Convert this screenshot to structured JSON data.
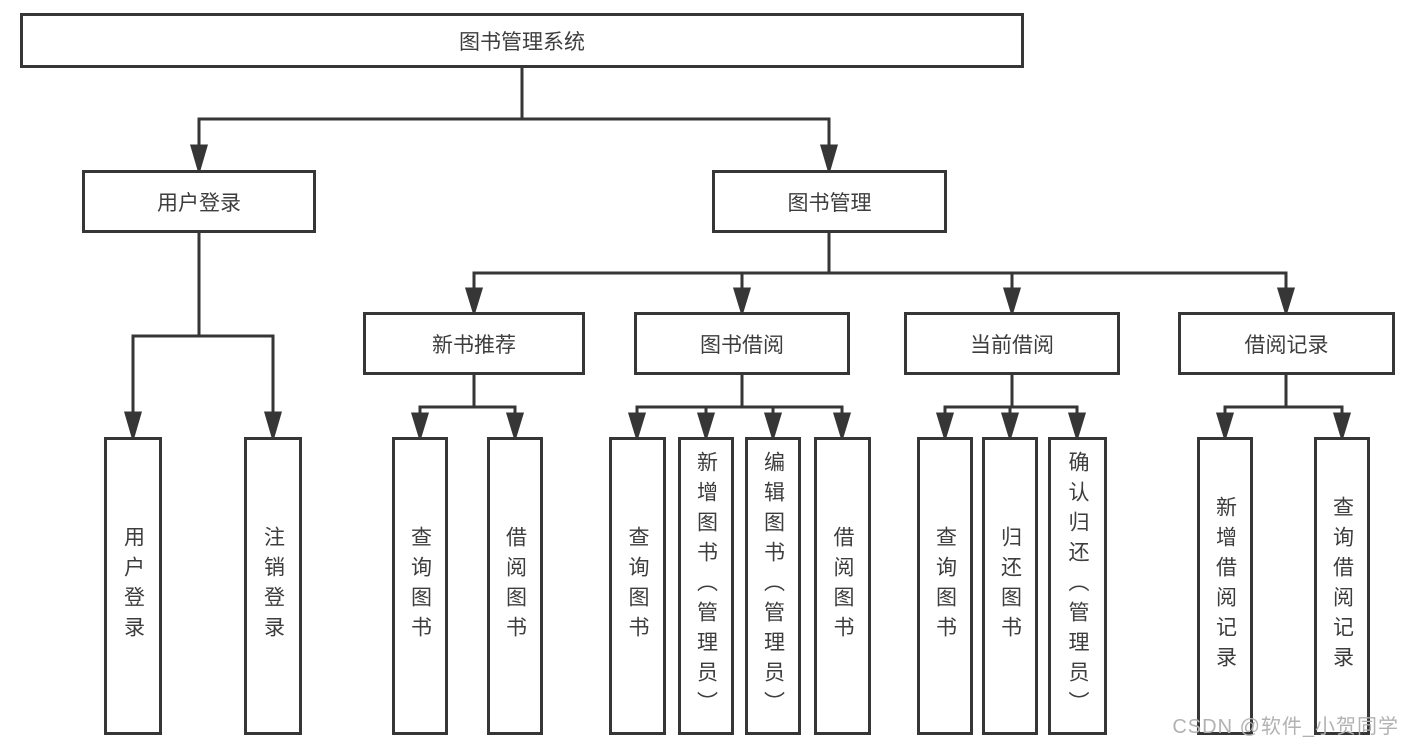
{
  "diagram_type": "hierarchy-tree",
  "colors": {
    "border": "#363636",
    "line": "#363636",
    "text": "#3d3d3d",
    "watermark": "#b2b2b2",
    "background": "#ffffff"
  },
  "tree": {
    "root": {
      "label": "图书管理系统",
      "children": [
        {
          "label": "用户登录",
          "children": [
            {
              "label": "用户登录"
            },
            {
              "label": "注销登录"
            }
          ]
        },
        {
          "label": "图书管理",
          "children": [
            {
              "label": "新书推荐",
              "children": [
                {
                  "label": "查询图书"
                },
                {
                  "label": "借阅图书"
                }
              ]
            },
            {
              "label": "图书借阅",
              "children": [
                {
                  "label": "查询图书"
                },
                {
                  "label": "新增图书（管理员）"
                },
                {
                  "label": "编辑图书（管理员）"
                },
                {
                  "label": "借阅图书"
                }
              ]
            },
            {
              "label": "当前借阅",
              "children": [
                {
                  "label": "查询图书"
                },
                {
                  "label": "归还图书"
                },
                {
                  "label": "确认归还（管理员）"
                }
              ]
            },
            {
              "label": "借阅记录",
              "children": [
                {
                  "label": "新增借阅记录"
                },
                {
                  "label": "查询借阅记录"
                }
              ]
            }
          ]
        }
      ]
    }
  },
  "watermark": {
    "text": "CSDN @软件_小贺同学"
  }
}
